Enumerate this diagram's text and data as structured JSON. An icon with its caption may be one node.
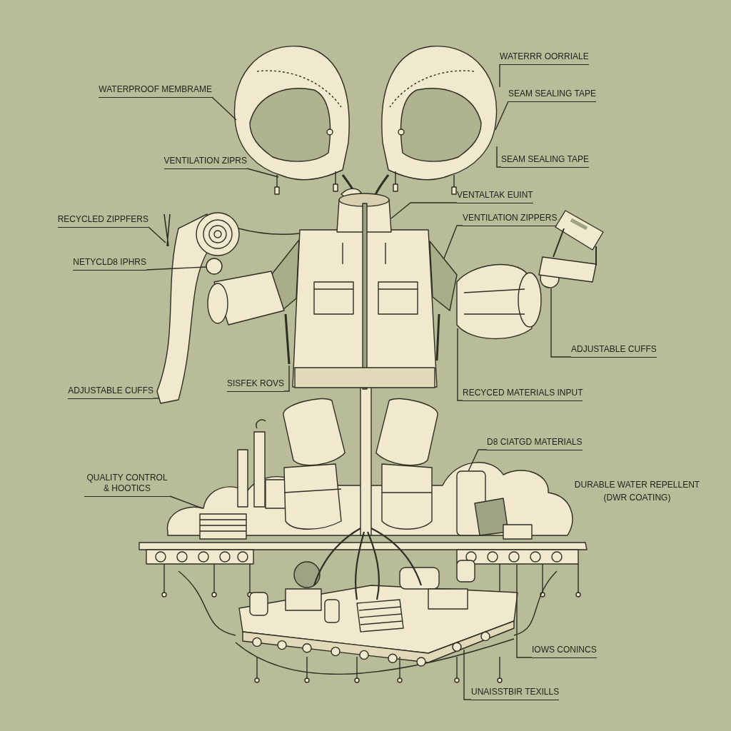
{
  "diagram": {
    "nodes": [
      {
        "text": [
          "WATERRR OORRIALE"
        ]
      },
      {
        "text": [
          "WATERPROOF MEMBRAME"
        ]
      },
      {
        "text": [
          "SEAM SEALING TAPE"
        ]
      },
      {
        "text": [
          "SEAM SEALING TAPE"
        ]
      },
      {
        "text": [
          "VENTILATION ZIPRS"
        ]
      },
      {
        "text": [
          "VENTALTAK EUINT"
        ]
      },
      {
        "text": [
          "VENTILATION ZIPPERS"
        ]
      },
      {
        "text": [
          "RECYCLED ZIPPFERS"
        ]
      },
      {
        "text": [
          "NETYCLD8 IPHRS"
        ]
      },
      {
        "text": [
          "ADJUSTABLE CUFFS"
        ]
      },
      {
        "text": [
          "SISFEK ROVS"
        ]
      },
      {
        "text": [
          "ADJUSTABLE CUFFS"
        ]
      },
      {
        "text": [
          "RECYCED MATERIALS INPUT"
        ]
      },
      {
        "text": [
          "D8 CIATGD MATERIALS"
        ]
      },
      {
        "text": [
          "QUALITY CONTROL & HOOTICS"
        ]
      },
      {
        "text": [
          "IOWS CONINCS"
        ]
      },
      {
        "text": [
          "UNAISSTBIR TEXILLS"
        ]
      },
      {
        "text": [],
        "shape": "picture"
      },
      {
        "text": [],
        "shape": "picture"
      },
      {
        "text": [],
        "shape": "picture"
      },
      {
        "text": [],
        "shape": "picture"
      },
      {
        "text": [],
        "shape": "picture"
      },
      {
        "text": [],
        "shape": "picture"
      },
      {
        "text": [],
        "shape": "picture"
      },
      {
        "text": [],
        "shape": "picture"
      },
      {
        "text": [],
        "shape": "picture"
      },
      {
        "text": [],
        "shape": "picture"
      },
      {
        "text": [],
        "shape": "picture"
      }
    ],
    "edges": [
      {
        "from": 0,
        "to": 18,
        "arrow": "none"
      },
      {
        "from": 1,
        "to": 17,
        "arrow": "none"
      },
      {
        "from": 2,
        "to": 18,
        "arrow": "none"
      },
      {
        "from": 3,
        "to": 18,
        "arrow": "none"
      },
      {
        "from": 4,
        "to": 17,
        "arrow": "none"
      },
      {
        "from": 5,
        "to": 22,
        "arrow": "none"
      },
      {
        "from": 6,
        "to": 23,
        "arrow": "none"
      },
      {
        "from": 7,
        "to": 19,
        "arrow": "none"
      },
      {
        "from": 8,
        "to": 21,
        "arrow": "none"
      },
      {
        "from": 9,
        "to": 23,
        "arrow": "none"
      },
      {
        "from": 10,
        "to": 21,
        "arrow": "none"
      },
      {
        "from": 11,
        "to": 20,
        "arrow": "none"
      },
      {
        "from": 12,
        "to": 23,
        "arrow": "none"
      },
      {
        "from": 13,
        "to": 25,
        "arrow": "none"
      },
      {
        "from": 14,
        "to": 24,
        "arrow": "none"
      },
      {
        "from": 15,
        "to": 25,
        "arrow": "none"
      },
      {
        "from": 16,
        "to": 26,
        "arrow": "none"
      },
      {
        "from": 20,
        "to": 22,
        "arrow": "none"
      }
    ],
    "labels": [
      "DURABLE WATER REPELLENT (DWR COATING)"
    ]
  }
}
